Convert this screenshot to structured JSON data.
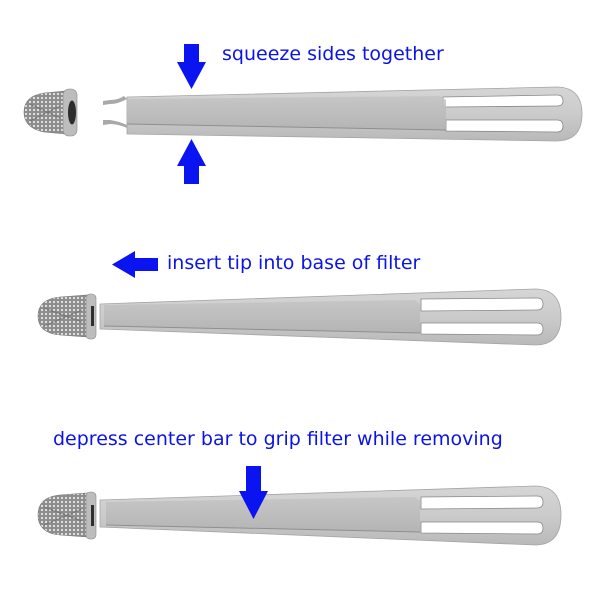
{
  "steps": [
    {
      "caption": "squeeze sides together",
      "arrows": [
        "arrow-down-icon",
        "arrow-up-icon"
      ],
      "illustration": "tweezer-open-beside-filter"
    },
    {
      "caption": "insert tip into base of filter",
      "arrows": [
        "arrow-left-icon"
      ],
      "illustration": "tweezer-inserted-in-filter"
    },
    {
      "caption": "depress center bar to grip filter while removing",
      "arrows": [
        "arrow-down-icon"
      ],
      "illustration": "tweezer-gripping-filter"
    }
  ],
  "colors": {
    "arrow": "#0a14f0",
    "text": "#0b14e6",
    "metal": "#c9c9c9",
    "metal_dark": "#9a9a9a",
    "background": "#ffffff"
  }
}
